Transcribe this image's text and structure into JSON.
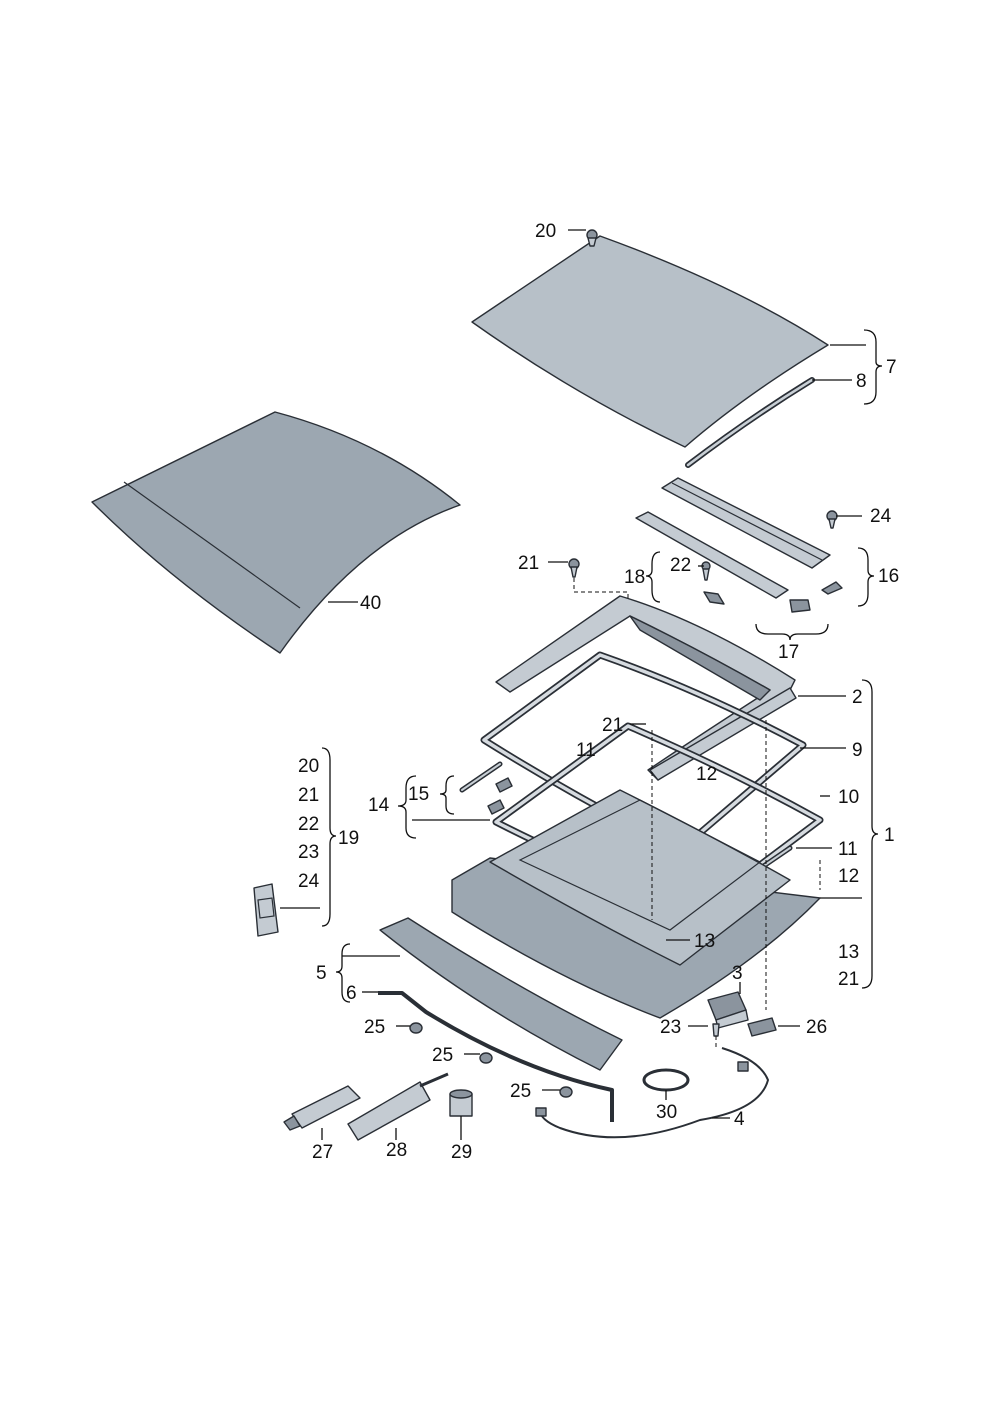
{
  "callouts": {
    "c20": "20",
    "c7": "7",
    "c8": "8",
    "c24": "24",
    "c21a": "21",
    "c22": "22",
    "c18": "18",
    "c16": "16",
    "c17": "17",
    "c40": "40",
    "c2": "2",
    "c9": "9",
    "c21b": "21",
    "c11a": "11",
    "c12a": "12",
    "c10": "10",
    "c15": "15",
    "c14": "14",
    "c1": "1",
    "c11b": "11",
    "c12b": "12",
    "c13a": "13",
    "c13b": "13",
    "c21c": "21",
    "g20": "20",
    "g21": "21",
    "g22": "22",
    "g23": "23",
    "g24": "24",
    "c19": "19",
    "c5": "5",
    "c6": "6",
    "c3": "3",
    "c25a": "25",
    "c25b": "25",
    "c25c": "25",
    "c23": "23",
    "c26": "26",
    "c30": "30",
    "c4": "4",
    "c27": "27",
    "c28": "28",
    "c29": "29"
  }
}
